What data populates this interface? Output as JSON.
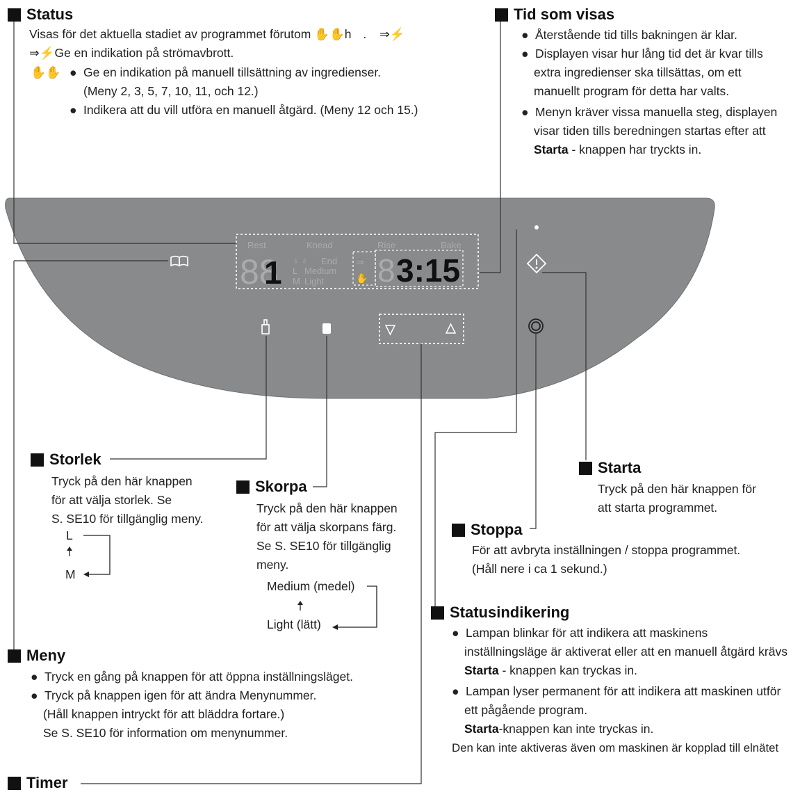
{
  "status": {
    "title": "Status",
    "line1_prefix": "Visas för det aktuella stadiet av programmet förutom",
    "line1_mid": "h",
    "line1_dot": ".",
    "line2": "Ge en indikation på strömavbrott.",
    "hand_items": [
      "Ge en indikation på manuell tillsättning av ingredienser.",
      "(Meny 2, 3, 5, 7, 10, 11, och 12.)",
      "Indikera att du vill utföra en manuell åtgärd. (Meny 12 och 15.)"
    ]
  },
  "tid": {
    "title": "Tid som visas",
    "items": [
      "Återstående tid tills bakningen är klar.",
      "Displayen visar hur lång tid det är kvar tills",
      "extra ingredienser ska tillsättas, om ett",
      "manuellt program för detta har valts.",
      "Menyn kräver vissa manuella steg, displayen",
      "visar tiden tills beredningen startas efter att",
      "Starta",
      "- knappen har tryckts in."
    ]
  },
  "display": {
    "labels": [
      "Rest",
      "Knead",
      "Rise",
      "Bake"
    ],
    "menu_number": "1",
    "size_labels": [
      "L",
      "M"
    ],
    "crust_labels": [
      "Medium",
      "Light"
    ],
    "end_label": "End",
    "time": "3:15"
  },
  "storlek": {
    "title": "Storlek",
    "lines": [
      "Tryck på den här knappen",
      "för att välja storlek. Se",
      "S. SE10 för tillgänglig meny."
    ],
    "opt_top": "L",
    "opt_bottom": "M"
  },
  "skorpa": {
    "title": "Skorpa",
    "lines": [
      "Tryck på den här knappen",
      "för att välja skorpans färg.",
      "Se S. SE10 för tillgänglig",
      "meny."
    ],
    "opt_top": "Medium (medel)",
    "opt_bottom": "Light (lätt)"
  },
  "starta": {
    "title": "Starta",
    "lines": [
      "Tryck på den här knappen för",
      "att starta programmet."
    ]
  },
  "stoppa": {
    "title": "Stoppa",
    "lines": [
      "För att avbryta inställningen / stoppa programmet.",
      "(Håll nere i ca 1 sekund.)"
    ]
  },
  "statusind": {
    "title": "Statusindikering",
    "lines": [
      "Lampan blinkar för att indikera att maskinens",
      "inställningsläge är aktiverat eller att en manuell åtgärd krävs",
      "Starta",
      "- knappen kan tryckas in.",
      "Lampan lyser permanent för att indikera att maskinen utför",
      "ett pågående program.",
      "Starta",
      "-knappen kan inte tryckas in.",
      "Den kan inte aktiveras även om maskinen är kopplad till elnätet"
    ]
  },
  "meny": {
    "title": "Meny",
    "lines": [
      "Tryck en gång på knappen för att öppna inställningsläget.",
      "Tryck på knappen igen för att ändra Menynummer.",
      "(Håll knappen intryckt för att bläddra fortare.)",
      "Se S. SE10 för information om menynummer."
    ]
  },
  "timer": {
    "title": "Timer"
  },
  "colors": {
    "panel": "#888a8c",
    "panel_dark": "#7d7f81",
    "lcd_seg": "#a9abad",
    "lcd_on": "#101010",
    "dots": "#e8e8e8"
  }
}
